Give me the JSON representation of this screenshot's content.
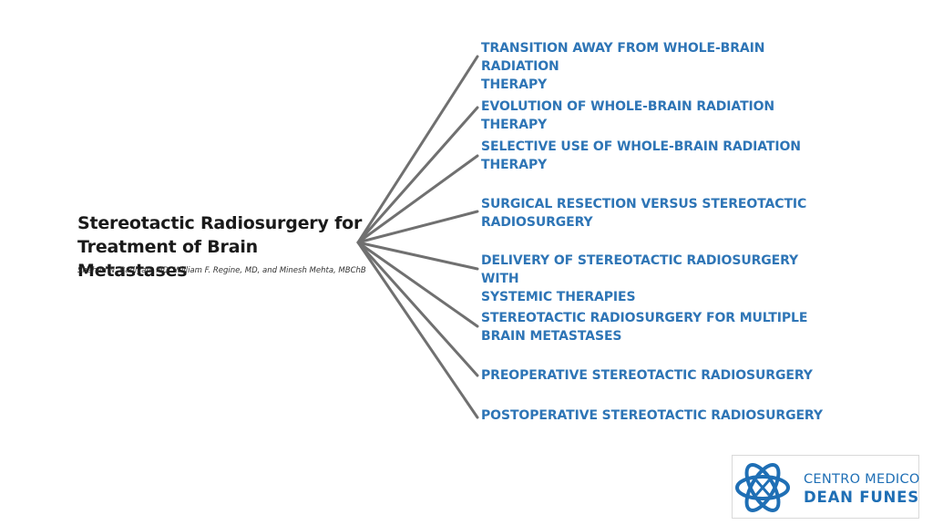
{
  "root": {
    "title_line1": "Stereotactic Radiosurgery for",
    "title_line2": "Treatment of Brain Metastases",
    "authors": "Shahed N. Badiyan, MD, William F. Regine, MD, and Minesh Mehta, MBChB"
  },
  "branches": [
    {
      "line1": "TRANSITION AWAY FROM WHOLE-BRAIN RADIATION",
      "line2": "THERAPY"
    },
    {
      "line1": "EVOLUTION OF WHOLE-BRAIN RADIATION THERAPY",
      "line2": ""
    },
    {
      "line1": "SELECTIVE USE OF WHOLE-BRAIN RADIATION",
      "line2": "THERAPY"
    },
    {
      "line1": "SURGICAL RESECTION VERSUS STEREOTACTIC",
      "line2": "RADIOSURGERY"
    },
    {
      "line1": "DELIVERY OF STEREOTACTIC RADIOSURGERY WITH",
      "line2": "SYSTEMIC THERAPIES"
    },
    {
      "line1": "STEREOTACTIC RADIOSURGERY FOR MULTIPLE",
      "line2": "BRAIN METASTASES"
    },
    {
      "line1": "PREOPERATIVE STEREOTACTIC RADIOSURGERY",
      "line2": ""
    },
    {
      "line1": "POSTOPERATIVE STEREOTACTIC RADIOSURGERY",
      "line2": ""
    }
  ],
  "logo": {
    "line1": "CENTRO MEDICO",
    "line2": "DEAN FUNES",
    "icon": "atom-icon"
  },
  "colors": {
    "branch_text": "#2e75b6",
    "connector": "#707070",
    "logo": "#1f6fb5"
  }
}
